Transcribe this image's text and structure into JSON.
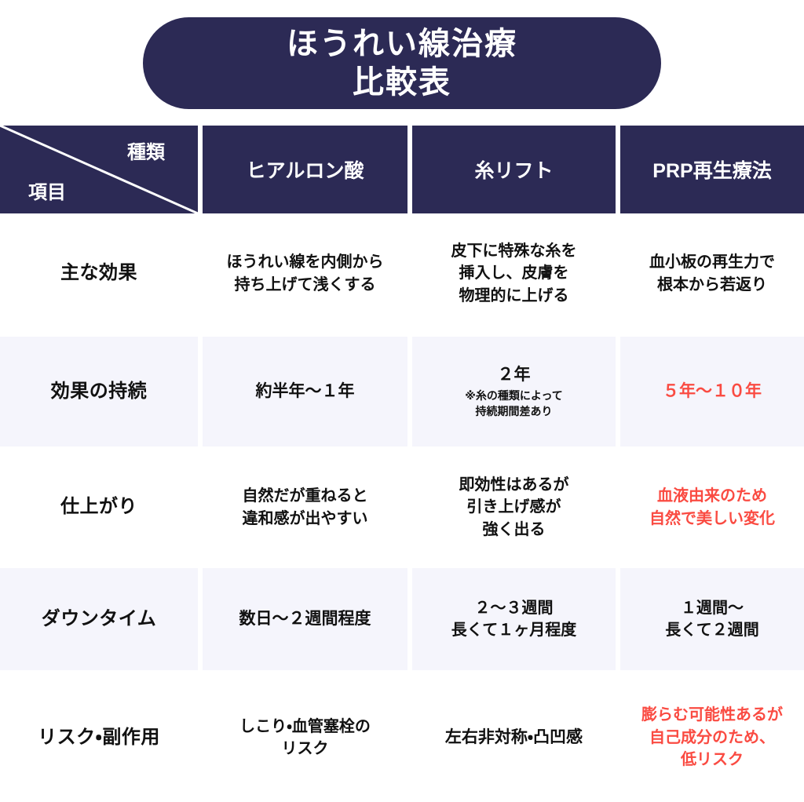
{
  "title": {
    "line1": "ほうれい線治療",
    "line2": "比較表"
  },
  "colors": {
    "navy": "#2C2A55",
    "accent_red": "#FA4B42",
    "row_shade": "#F5F5FC",
    "page_bg": "#FFFFFF",
    "text": "#111111"
  },
  "header": {
    "corner": {
      "kind_label": "種類",
      "item_label": "項目"
    },
    "columns": [
      "ヒアルロン酸",
      "糸リフト",
      "PRP再生療法"
    ]
  },
  "rows": [
    {
      "label": "主な効果",
      "shaded": false,
      "cells": [
        {
          "text": "ほうれい線を内側から\n持ち上げて浅くする",
          "accent": false,
          "note": ""
        },
        {
          "text": "皮下に特殊な糸を\n挿入し、皮膚を\n物理的に上げる",
          "accent": false,
          "note": ""
        },
        {
          "text": "血小板の再生力で\n根本から若返り",
          "accent": false,
          "note": ""
        }
      ]
    },
    {
      "label": "効果の持続",
      "shaded": true,
      "cells": [
        {
          "text": "約半年〜１年",
          "accent": false,
          "note": ""
        },
        {
          "text": "２年",
          "accent": false,
          "note": "※糸の種類によって\n持続期間差あり"
        },
        {
          "text": "５年〜１０年",
          "accent": true,
          "note": ""
        }
      ]
    },
    {
      "label": "仕上がり",
      "shaded": false,
      "cells": [
        {
          "text": "自然だが重ねると\n違和感が出やすい",
          "accent": false,
          "note": ""
        },
        {
          "text": "即効性はあるが\n引き上げ感が\n強く出る",
          "accent": false,
          "note": ""
        },
        {
          "text": "血液由来のため\n自然で美しい変化",
          "accent": true,
          "note": ""
        }
      ]
    },
    {
      "label": "ダウンタイム",
      "shaded": true,
      "cells": [
        {
          "text": "数日〜２週間程度",
          "accent": false,
          "note": ""
        },
        {
          "text": "２〜３週間\n長くて１ヶ月程度",
          "accent": false,
          "note": ""
        },
        {
          "text": "１週間〜\n長くて２週間",
          "accent": false,
          "note": ""
        }
      ]
    },
    {
      "label": "リスク・副作用",
      "shaded": false,
      "cells": [
        {
          "text": "しこり・血管塞栓の\nリスク",
          "accent": false,
          "note": ""
        },
        {
          "text": "左右非対称・凸凹感",
          "accent": false,
          "note": ""
        },
        {
          "text": "膨らむ可能性あるが\n自己成分のため、\n低リスク",
          "accent": true,
          "note": ""
        }
      ]
    }
  ]
}
